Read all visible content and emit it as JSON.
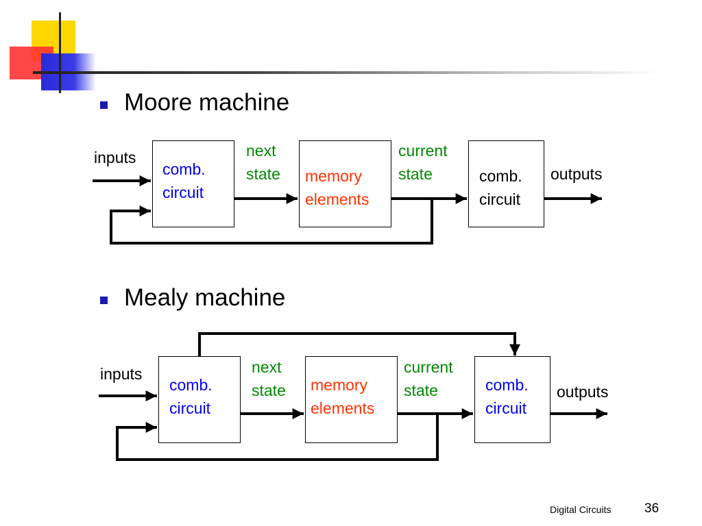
{
  "slide": {
    "footer": "Digital Circuits",
    "page_number": "36"
  },
  "moore": {
    "heading": "Moore machine",
    "inputs": "inputs",
    "outputs": "outputs",
    "comb1": [
      "comb.",
      "circuit"
    ],
    "next_state": [
      "next",
      "state"
    ],
    "memory": [
      "memory",
      "elements"
    ],
    "current_state": [
      "current",
      "state"
    ],
    "comb2": [
      "comb.",
      "circuit"
    ]
  },
  "mealy": {
    "heading": "Mealy machine",
    "inputs": "inputs",
    "outputs": "outputs",
    "comb1": [
      "comb.",
      "circuit"
    ],
    "next_state": [
      "next",
      "state"
    ],
    "memory": [
      "memory",
      "elements"
    ],
    "current_state": [
      "current",
      "state"
    ],
    "comb2": [
      "comb.",
      "circuit"
    ]
  },
  "colors": {
    "bullet": "#1a1ab0",
    "label_blue": "#0000ee",
    "label_green": "#008800",
    "label_red": "#ff3300"
  }
}
